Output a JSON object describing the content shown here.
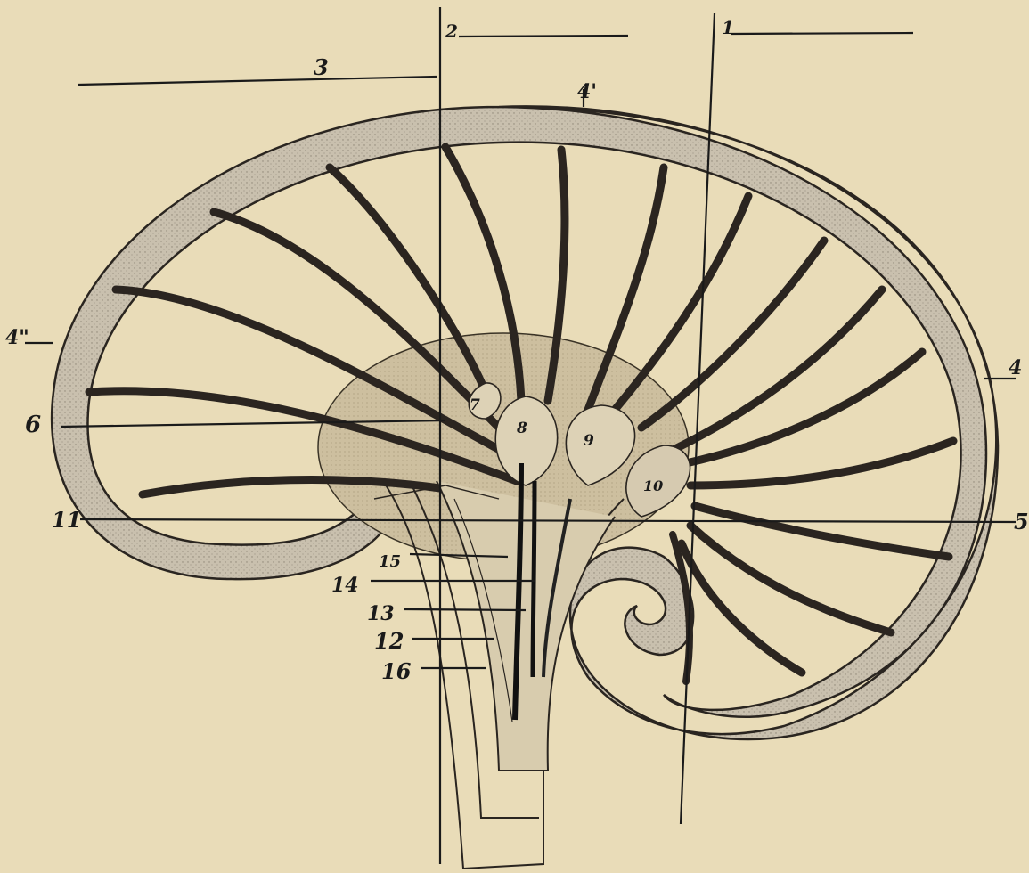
{
  "figure": {
    "colors": {
      "paper": "#e9dcb8",
      "ink": "#1a1a1a",
      "ring": "#c8bfae",
      "core": "#cfc3a4"
    },
    "labels": {
      "l1": "1",
      "l2": "2",
      "l3": "3",
      "l4": "4",
      "l4p": "4'",
      "l4pp": "4\"",
      "l5": "5",
      "l6": "6",
      "l7": "7",
      "l8": "8",
      "l9": "9",
      "l10": "10",
      "l11": "11",
      "l12": "12",
      "l13": "13",
      "l14": "14",
      "l15": "15",
      "l16": "16"
    }
  }
}
